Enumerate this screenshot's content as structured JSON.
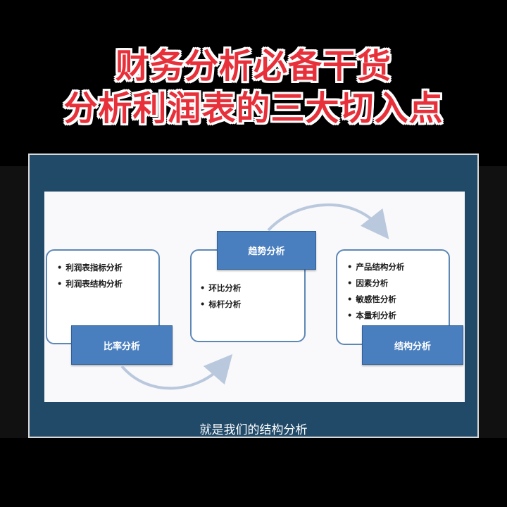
{
  "title": {
    "line1": "财务分析必备干货",
    "line2": "分析利润表的三大切入点"
  },
  "diagram": {
    "groups": [
      {
        "label": "比率分析",
        "items": [
          "利润表指标分析",
          "利润表结构分析"
        ]
      },
      {
        "label": "趋势分析",
        "items": [
          "环比分析",
          "标杆分析"
        ]
      },
      {
        "label": "结构分析",
        "items": [
          "产品结构分析",
          "因素分析",
          "敏感性分析",
          "本量利分析"
        ]
      }
    ]
  },
  "subtitle": "就是我们的结构分析",
  "colors": {
    "title": "#e8303a",
    "slide_frame": "#214a69",
    "tag": "#4a7fbf",
    "box_border": "#5d88b6",
    "arrow": "#b9c8dd"
  }
}
